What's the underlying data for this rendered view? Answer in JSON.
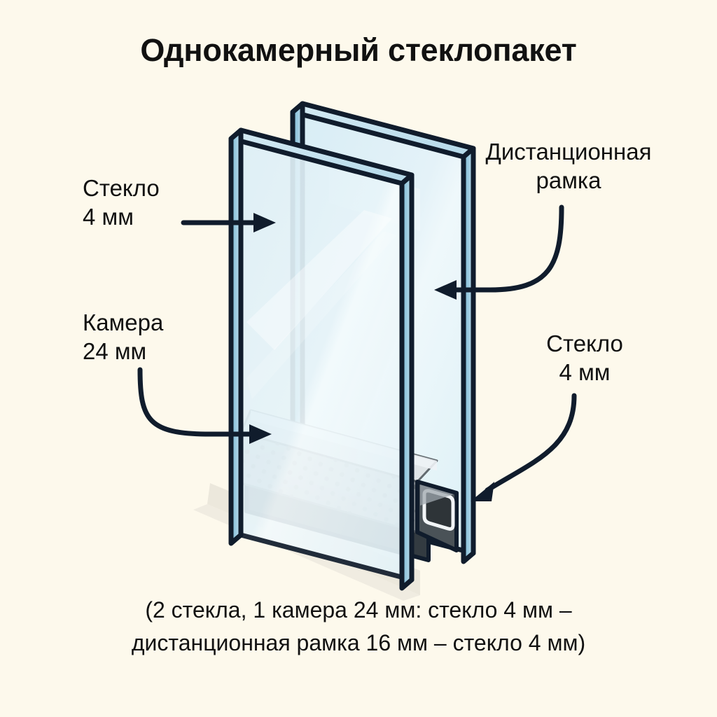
{
  "page": {
    "title": "Однокамерный стеклопакет",
    "background_color": "#fdf9ec",
    "text_color": "#111111"
  },
  "diagram": {
    "type": "isometric-exploded-cutaway",
    "subject": "single-chamber insulated glass unit",
    "colors": {
      "outline": "#101c2c",
      "glass_face": "#e4f2f7",
      "glass_face_highlight": "#f2fafc",
      "glass_edge": "#8ec3da",
      "glass_edge_light": "#b6d9e9",
      "glass_top_bevel": "#c8e4f0",
      "spacer_top": "#d2d8dc",
      "spacer_perforated_face": "#9ba1a5",
      "spacer_perforation_dot": "#6d7377",
      "spacer_dark_body": "#3b4348",
      "sealant_dark": "#2b3238",
      "shadow": "#ece8dc",
      "accent_arrow": "#101c2c"
    },
    "labels": [
      {
        "id": "glass-left",
        "text": "Стекло\n4 мм",
        "target": "front glass pane",
        "arrow": "straight-right"
      },
      {
        "id": "chamber",
        "text": "Камера\n24 мм",
        "target": "air gap between panes",
        "arrow": "curve-down-right"
      },
      {
        "id": "spacer",
        "text": "Дистанционная\nрамка",
        "target": "spacer frame edge",
        "arrow": "curve-down-left"
      },
      {
        "id": "glass-right",
        "text": "Стекло\n4 мм",
        "target": "rear glass pane",
        "arrow": "curve-down-left"
      }
    ]
  },
  "caption": {
    "line1": "(2 стекла, 1 камера 24 мм: стекло 4 мм –",
    "line2": "дистанционная рамка 16 мм – стекло 4 мм)"
  }
}
